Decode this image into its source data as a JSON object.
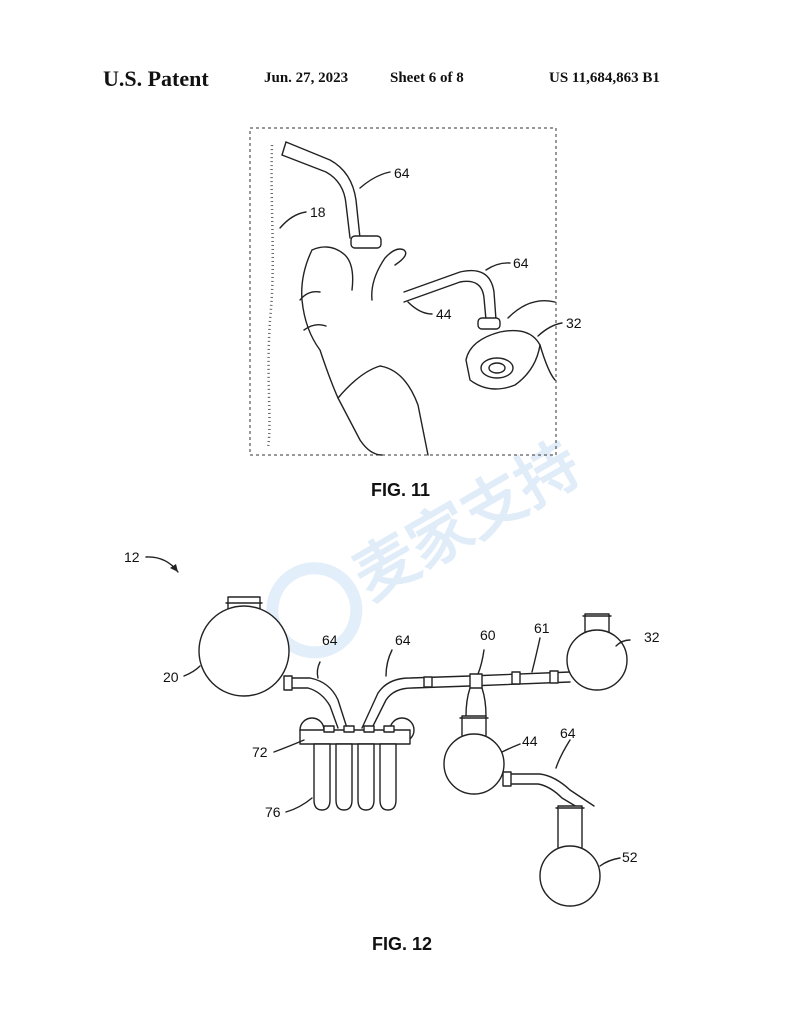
{
  "header": {
    "left": "U.S. Patent",
    "date": "Jun. 27, 2023",
    "sheet": "Sheet 6 of 8",
    "number": "US 11,684,863 B1"
  },
  "fig11": {
    "caption": "FIG. 11",
    "labels": {
      "tube_top": "64",
      "wall": "18",
      "tube_mid": "64",
      "connector": "44",
      "flask": "32"
    }
  },
  "fig12": {
    "caption": "FIG. 12",
    "labels": {
      "assembly": "12",
      "flask_left": "20",
      "tube_a": "64",
      "tube_b": "64",
      "junction": "60",
      "tube_c": "61",
      "flask_right": "32",
      "flask_mid": "44",
      "tube_d": "64",
      "manifold": "72",
      "tubes": "76",
      "flask_bottom": "52"
    }
  },
  "watermark": {
    "text": "麦家支持"
  }
}
